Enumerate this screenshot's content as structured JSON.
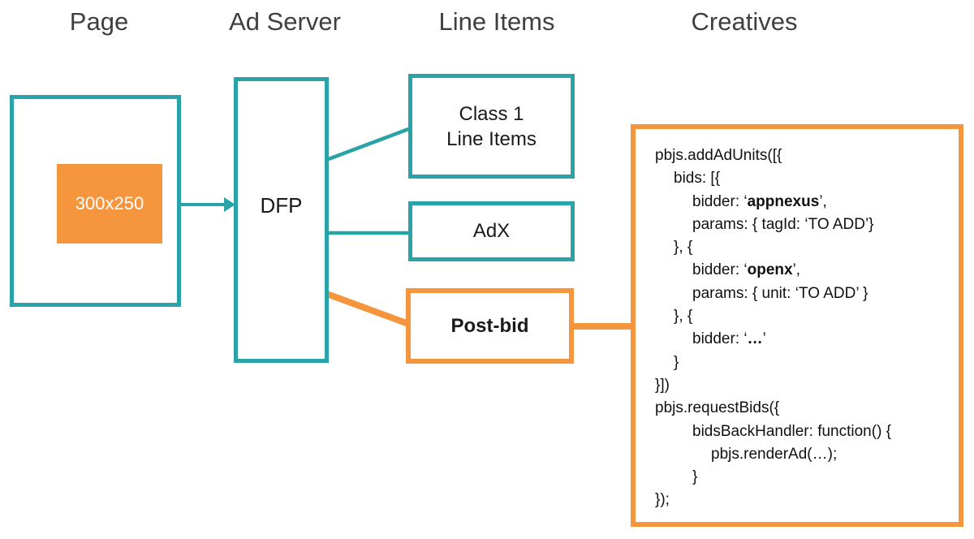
{
  "colors": {
    "teal": "#29A3A8",
    "orange": "#F5953D",
    "heading_text": "#3F3F3F",
    "box_text": "#1A1A1A",
    "code_text": "#111111",
    "ad_slot_text": "#FFFFFF",
    "background": "#FFFFFF"
  },
  "headers": [
    {
      "label": "Page"
    },
    {
      "label": "Ad Server"
    },
    {
      "label": "Line Items"
    },
    {
      "label": "Creatives"
    }
  ],
  "page": {
    "ad_slot_label": "300x250"
  },
  "ad_server": {
    "label": "DFP"
  },
  "line_items": {
    "class1_line1": "Class 1",
    "class1_line2": "Line Items",
    "adx_label": "AdX",
    "postbid_label": "Post-bid"
  },
  "creatives": {
    "code_lines": [
      {
        "indent": 0,
        "parts": [
          {
            "t": "pbjs.addAdUnits([{"
          }
        ]
      },
      {
        "indent": 1,
        "parts": [
          {
            "t": "bids: [{"
          }
        ]
      },
      {
        "indent": 2,
        "parts": [
          {
            "t": "bidder: ‘"
          },
          {
            "t": "appnexus",
            "b": true
          },
          {
            "t": "’,"
          }
        ]
      },
      {
        "indent": 2,
        "parts": [
          {
            "t": "params: { tagId: ‘TO ADD’}"
          }
        ]
      },
      {
        "indent": 1,
        "parts": [
          {
            "t": "}, {"
          }
        ]
      },
      {
        "indent": 2,
        "parts": [
          {
            "t": "bidder: ‘"
          },
          {
            "t": "openx",
            "b": true
          },
          {
            "t": "’,"
          }
        ]
      },
      {
        "indent": 2,
        "parts": [
          {
            "t": "params: { unit: ‘TO ADD’ }"
          }
        ]
      },
      {
        "indent": 1,
        "parts": [
          {
            "t": "}, {"
          }
        ]
      },
      {
        "indent": 2,
        "parts": [
          {
            "t": "bidder: ‘"
          },
          {
            "t": "…",
            "b": true
          },
          {
            "t": "’"
          }
        ]
      },
      {
        "indent": 1,
        "parts": [
          {
            "t": "}"
          }
        ]
      },
      {
        "indent": 0,
        "parts": [
          {
            "t": "}])"
          }
        ]
      },
      {
        "indent": 0,
        "parts": [
          {
            "t": "pbjs.requestBids({"
          }
        ]
      },
      {
        "indent": 2,
        "parts": [
          {
            "t": "bidsBackHandler: function() {"
          }
        ]
      },
      {
        "indent": 3,
        "parts": [
          {
            "t": "pbjs.renderAd(…);"
          }
        ]
      },
      {
        "indent": 2,
        "parts": [
          {
            "t": "}"
          }
        ]
      },
      {
        "indent": 0,
        "parts": [
          {
            "t": "});"
          }
        ]
      }
    ]
  }
}
